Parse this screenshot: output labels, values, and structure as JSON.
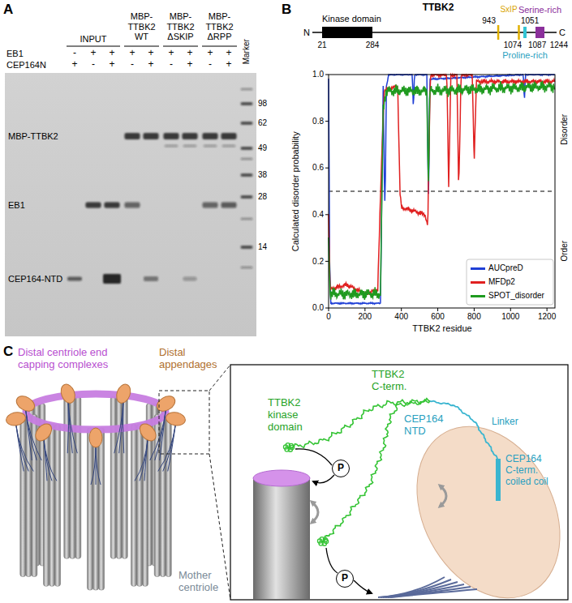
{
  "diagram": {
    "nodes": [
      {
        "text": [
          "Kinase domain"
        ]
      },
      {
        "text": [
          "Proline-rich"
        ]
      },
      {
        "text": [
          "Serine-rich"
        ]
      },
      {
        "text": [
          "P"
        ]
      },
      {
        "text": [
          "P"
        ]
      }
    ],
    "labels": [
      "A",
      "INPUT",
      "MBP-TTBK2 WT",
      "MBP-TTBK2 ΔSKIP",
      "MBP-TTBK2 ΔRPP",
      "Marker",
      "EB1",
      "-",
      "+",
      "+",
      "+",
      "+",
      "+",
      "+",
      "+",
      "+",
      "CEP164N",
      "+",
      "-",
      "+",
      "-",
      "+",
      "-",
      "+",
      "-",
      "+",
      "MBP-TTBK2",
      "EB1",
      "CEP164-NTD",
      "98",
      "62",
      "49",
      "38",
      "28",
      "14",
      "B",
      "TTBK2",
      "SxIP",
      "943",
      "1051",
      "N",
      "C",
      "21",
      "284",
      "1074",
      "1087",
      "1244",
      "Calculated disorder probability",
      "0.0",
      "0.2",
      "0.4",
      "0.6",
      "0.8",
      "1.0",
      "0",
      "200",
      "400",
      "600",
      "800",
      "1000",
      "1200",
      "TTBK2 residue",
      "Disorder",
      "Order",
      "C",
      "Distal centriole end capping complexes",
      "Distal appendages",
      "TTBK2 C-term.",
      "TTBK2 kinase domain",
      "CEP164 NTD",
      "Linker",
      "CEP164 C-term. coiled coil",
      "Mother centriole"
    ],
    "legend": [
      {
        "text": "AUCpreD",
        "color": "#1f3fd6"
      },
      {
        "text": "MFDp2",
        "color": "#e02020"
      },
      {
        "text": "SPOT_disorder",
        "color": "#1f9a1f"
      }
    ]
  }
}
